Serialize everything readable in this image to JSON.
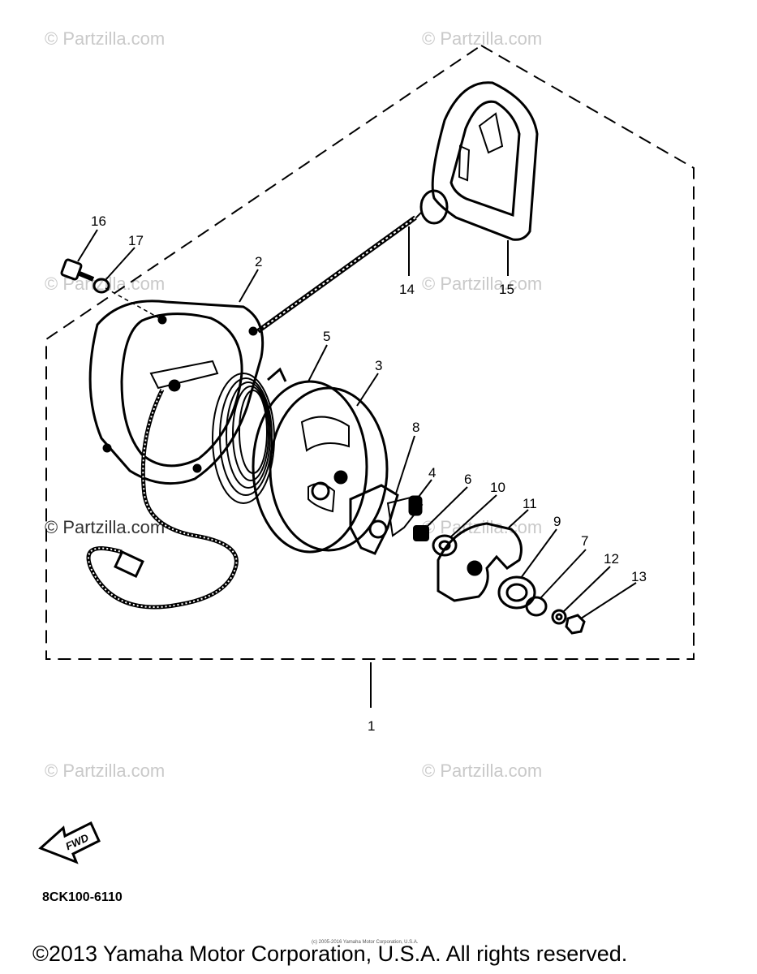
{
  "watermarks": [
    "© Partzilla.com",
    "© Partzilla.com",
    "© Partzilla.com",
    "© Partzilla.com",
    "© Partzilla.com",
    "© Partzilla.com",
    "© Partzilla.com",
    "© Partzilla.com"
  ],
  "callouts": {
    "c1": "1",
    "c2": "2",
    "c3": "3",
    "c4": "4",
    "c5": "5",
    "c6": "6",
    "c7": "7",
    "c8": "8",
    "c9": "9",
    "c10": "10",
    "c11": "11",
    "c12": "12",
    "c13": "13",
    "c14": "14",
    "c15": "15",
    "c16": "16",
    "c17": "17"
  },
  "fwd_label": "FWD",
  "part_code": "8CK100-6110",
  "tiny_copyright": "(c) 2005-2016 Yamaha Motor Corporation, U.S.A.",
  "footer": "©2013 Yamaha Motor Corporation, U.S.A. All rights reserved."
}
